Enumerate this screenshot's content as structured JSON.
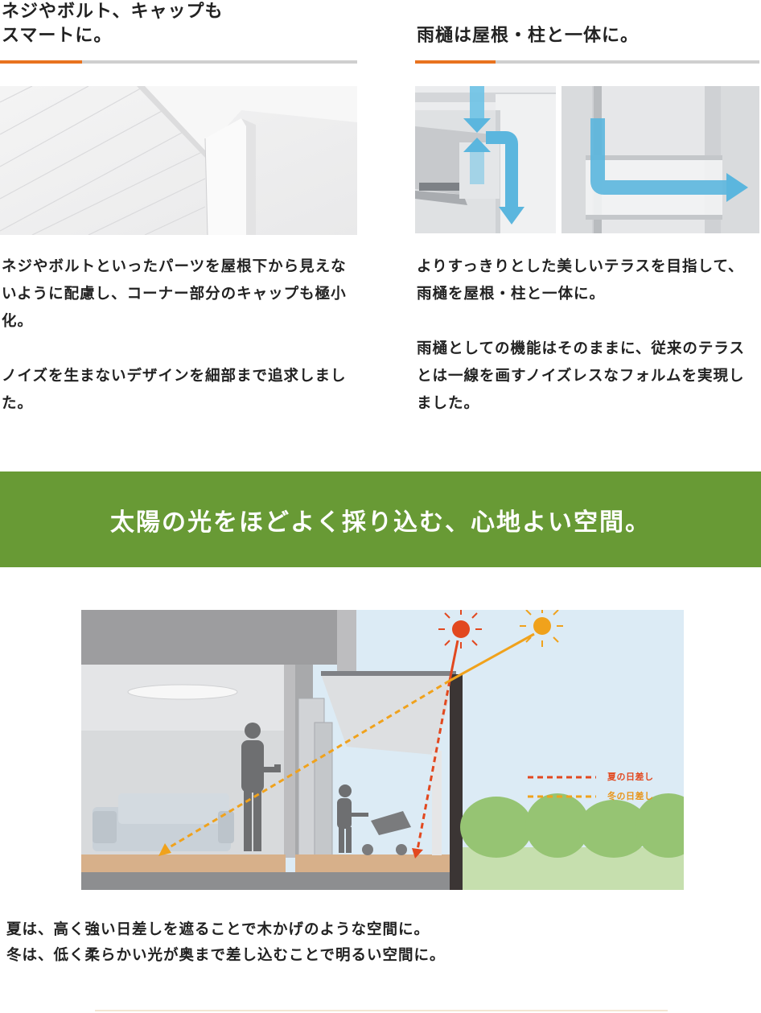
{
  "left": {
    "heading_line1": "ネジやボルト、キャップも",
    "heading_line2": "スマートに。",
    "body_p1": "ネジやボルトといったパーツを屋根下から見えないように配慮し、コーナー部分のキャップも極小化。",
    "body_p2": "ノイズを生まないデザインを細部まで追求しました。"
  },
  "right": {
    "heading": "雨樋は屋根・柱と一体に。",
    "body_p1": "よりすっきりとした美しいテラスを目指して、雨樋を屋根・柱と一体に。",
    "body_p2": "雨樋としての機能はそのままに、従来のテラスとは一線を画すノイズレスなフォルムを実現しました。"
  },
  "banner": {
    "title": "太陽の光をほどよく採り込む、心地よい空間。"
  },
  "diagram": {
    "legend_summer": "夏の日差し",
    "legend_winter": "冬の日差し",
    "summer_color": "#e2481f",
    "winter_color": "#f0a21c"
  },
  "caption": {
    "line1": "夏は、高く強い日差しを遮ることで木かげのような空間に。",
    "line2": "冬は、低く柔らかい光が奥まで差し込むことで明るい空間に。"
  },
  "colors": {
    "accent_orange": "#e8731f",
    "banner_green": "#689a35"
  }
}
